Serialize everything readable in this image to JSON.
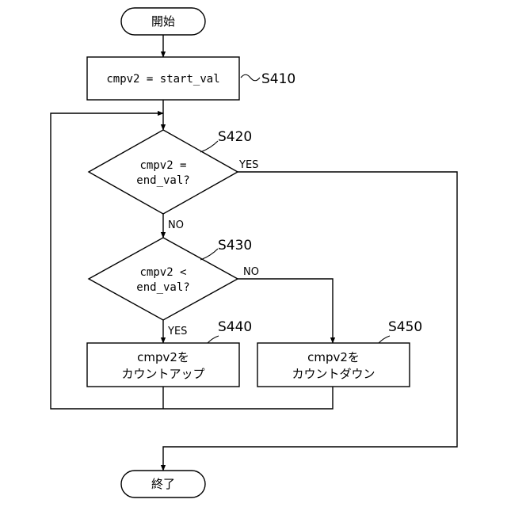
{
  "start": {
    "label": "開始"
  },
  "s410": {
    "step": "S410",
    "text": "cmpv2 = start_val"
  },
  "s420": {
    "step": "S420",
    "line1": "cmpv2 =",
    "line2": "end_val?",
    "yes": "YES",
    "no": "NO"
  },
  "s430": {
    "step": "S430",
    "line1": "cmpv2 <",
    "line2": "end_val?",
    "yes": "YES",
    "no": "NO"
  },
  "s440": {
    "step": "S440",
    "line1": "cmpv2を",
    "line2": "カウントアップ"
  },
  "s450": {
    "step": "S450",
    "line1": "cmpv2を",
    "line2": "カウントダウン"
  },
  "end": {
    "label": "終了"
  }
}
